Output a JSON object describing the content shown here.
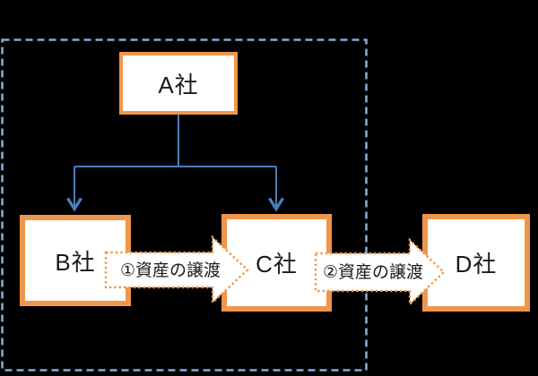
{
  "diagram": {
    "type": "flow-diagram",
    "nodes": [
      {
        "id": "company-a",
        "label": "A社"
      },
      {
        "id": "company-b",
        "label": "B社"
      },
      {
        "id": "company-c",
        "label": "C社"
      },
      {
        "id": "company-d",
        "label": "D社"
      }
    ],
    "transfer_arrows": [
      {
        "id": "transfer-1",
        "label": "①資産の譲渡",
        "from": "company-b",
        "to": "company-c"
      },
      {
        "id": "transfer-2",
        "label": "②資産の譲渡",
        "from": "company-c",
        "to": "company-d"
      }
    ],
    "group": {
      "members": [
        "company-a",
        "company-b",
        "company-c"
      ],
      "style": "dashed"
    },
    "hierarchy": {
      "parent": "company-a",
      "children": [
        "company-b",
        "company-c"
      ]
    },
    "colors": {
      "background": "#000000",
      "box_fill": "#FFFFFF",
      "box_border_orange": "#F0964B",
      "connector_blue": "#4A7EBB",
      "group_dash_blue": "#82AADC",
      "text": "#1A1A1A"
    }
  }
}
